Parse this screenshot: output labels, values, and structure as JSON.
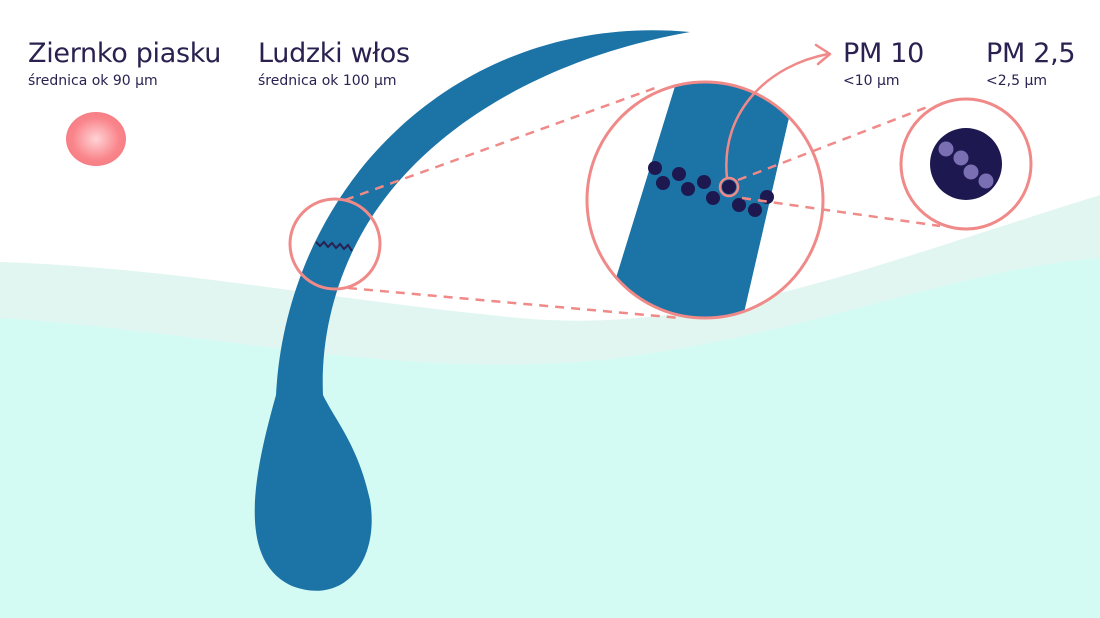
{
  "labels": {
    "sand": {
      "title": "Ziernko piasku",
      "subtitle": "średnica ok 90 µm"
    },
    "hair": {
      "title": "Ludzki włos",
      "subtitle": "średnica ok 100 µm"
    },
    "pm10": {
      "title": "PM 10",
      "subtitle": "<10 µm"
    },
    "pm25": {
      "title": "PM 2,5",
      "subtitle": "<2,5 µm"
    }
  },
  "colors": {
    "text": "#2a2150",
    "hair": "#1b73a6",
    "salmon": "#f08a88",
    "sand_grain": "#f9868c",
    "particle": "#1e1850",
    "particle_inner": "#7a6fb3",
    "background_wave": "#d6fbf3",
    "background_wave_light": "#e3f7f2"
  }
}
